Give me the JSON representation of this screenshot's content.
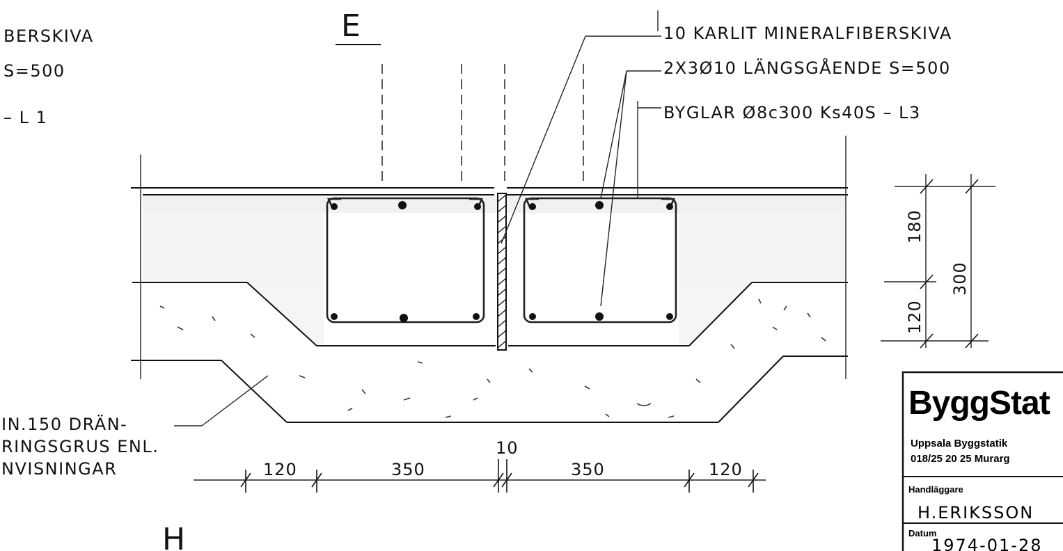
{
  "section": {
    "top_mark": "E",
    "bottom_mark": "H"
  },
  "left_notes": {
    "line1": "BERSKIVA",
    "line2": "S=500",
    "line3": "– L 1"
  },
  "gravel_note": {
    "line1": "IN.150 DRÄN-",
    "line2": "RINGSGRUS ENL.",
    "line3": "NVISNINGAR"
  },
  "right_notes": {
    "insulation": "10 KARLIT MINERALFIBERSKIVA",
    "longitudinal": "2X3Ø10 LÄNGSGÅENDE S=500",
    "stirrups": "BYGLAR Ø8c300 Ks40S – L3"
  },
  "dimensions": {
    "bottom": [
      "120",
      "350",
      "10",
      "350",
      "120"
    ],
    "right": [
      "180",
      "120",
      "300"
    ]
  },
  "title_block": {
    "company": "ByggStat",
    "line1": "Uppsala Byggstatik",
    "line2": "018/25 20 25 Murarg",
    "handler_label": "Handläggare",
    "handler": "H.ERIKSSON",
    "date_label": "Datum",
    "date": "1974-01-28"
  }
}
